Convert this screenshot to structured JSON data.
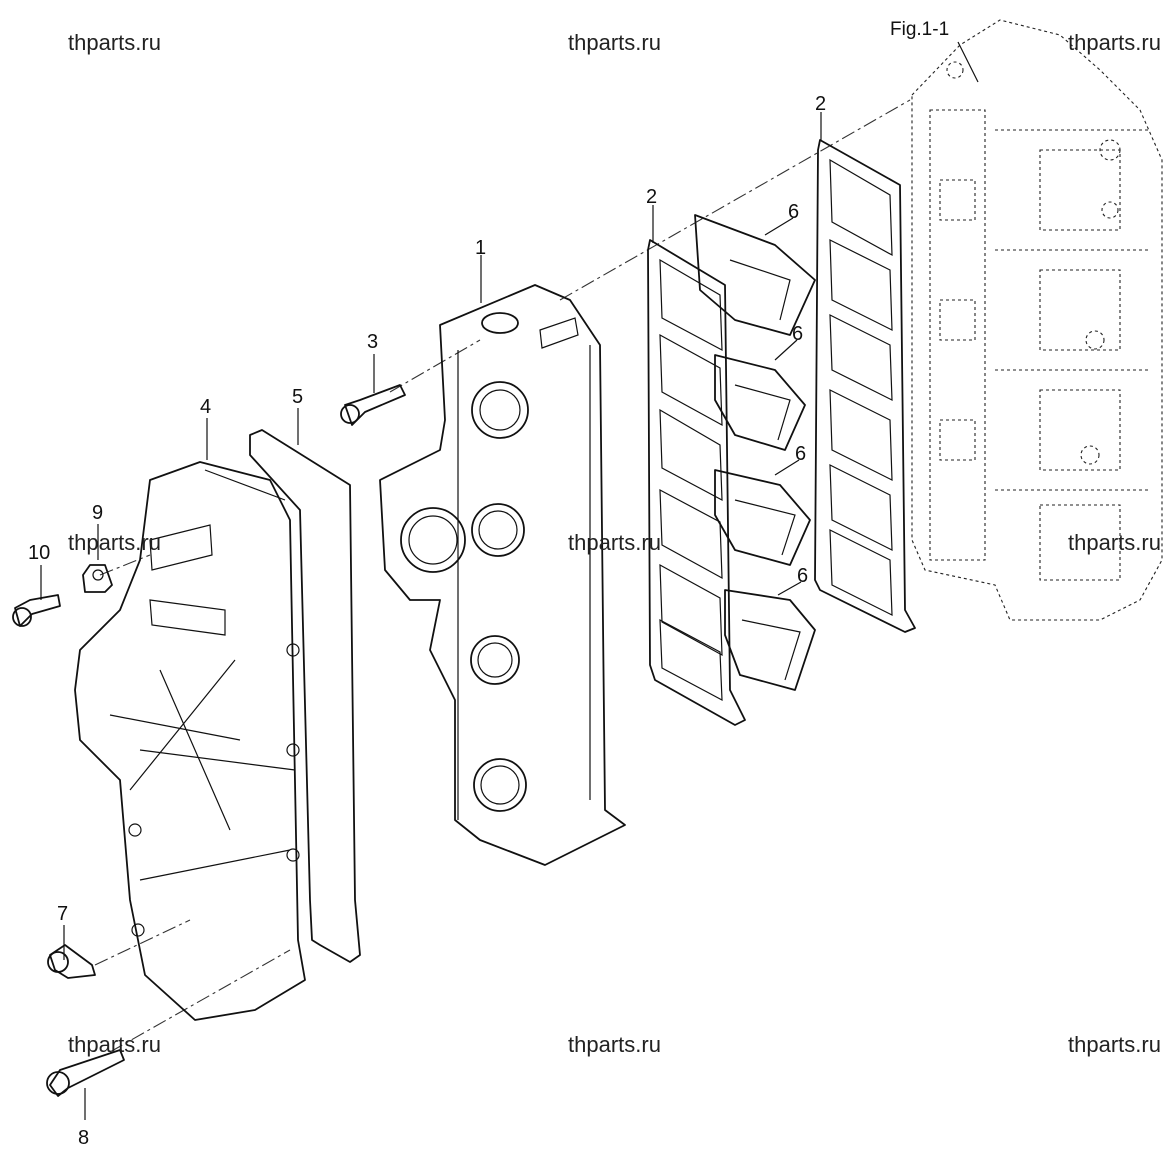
{
  "figure": {
    "label": "Fig.1-1"
  },
  "callouts": {
    "c1": "1",
    "c2a": "2",
    "c2b": "2",
    "c3": "3",
    "c4": "4",
    "c5": "5",
    "c6a": "6",
    "c6b": "6",
    "c6c": "6",
    "c6d": "6",
    "c7": "7",
    "c8": "8",
    "c9": "9",
    "c10": "10"
  },
  "watermarks": [
    "thparts.ru",
    "thparts.ru",
    "thparts.ru",
    "thparts.ru",
    "thparts.ru",
    "thparts.ru",
    "thparts.ru",
    "thparts.ru",
    "thparts.ru"
  ]
}
